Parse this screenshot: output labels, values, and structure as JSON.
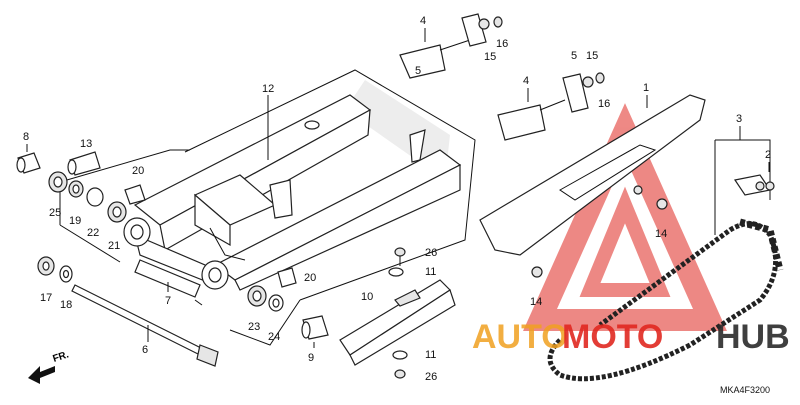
{
  "diagram": {
    "code": "MKA4F3200",
    "front_marker": "FR.",
    "watermark": {
      "part1": "AUTO",
      "part2": "MOTO",
      "part3": "HUB",
      "color_orange": "#f0a020",
      "color_red": "#e02820",
      "color_dark": "#2a2a2a"
    },
    "callouts": {
      "c1": "1",
      "c2": "2",
      "c3": "3",
      "c4a": "4",
      "c4b": "4",
      "c5a": "5",
      "c5b": "5",
      "c6": "6",
      "c7": "7",
      "c8": "8",
      "c9": "9",
      "c10": "10",
      "c11a": "11",
      "c11b": "11",
      "c12": "12",
      "c13": "13",
      "c14a": "14",
      "c14b": "14",
      "c15a": "15",
      "c15b": "15",
      "c16a": "16",
      "c16b": "16",
      "c17": "17",
      "c18": "18",
      "c19": "19",
      "c20a": "20",
      "c20b": "20",
      "c21": "21",
      "c22": "22",
      "c23": "23",
      "c24": "24",
      "c25": "25",
      "c26a": "26",
      "c26b": "26"
    }
  }
}
